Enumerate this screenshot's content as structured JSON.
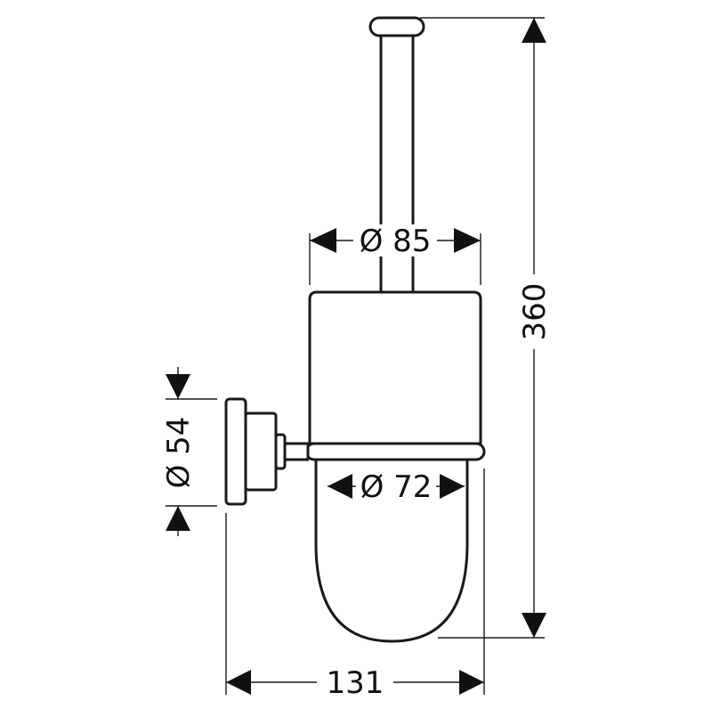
{
  "drawing": {
    "stroke_color": "#1a1a1a",
    "fill_color": "#ffffff",
    "dimensions": {
      "diameter_top": "Ø 85",
      "diameter_bowl": "Ø 72",
      "diameter_rosette": "Ø 54",
      "total_height": "360",
      "projection": "131"
    }
  }
}
